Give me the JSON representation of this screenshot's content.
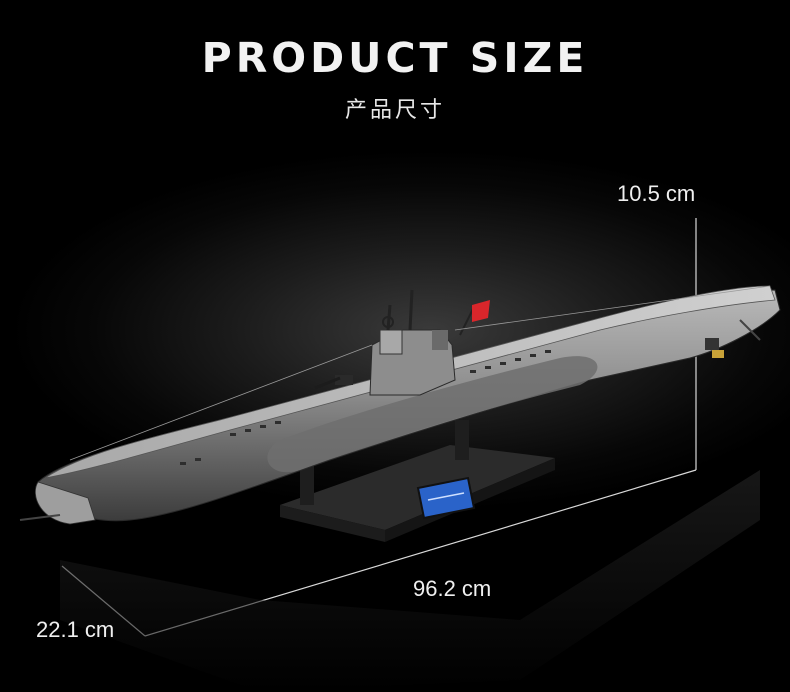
{
  "heading": {
    "title": "PRODUCT SIZE",
    "subtitle": "产品尺寸"
  },
  "dimensions": {
    "height": "10.5 cm",
    "length": "96.2 cm",
    "width": "22.1 cm"
  },
  "colors": {
    "background": "#000000",
    "text": "#f2f2f2",
    "hull": "#8a8a8a",
    "flag": "#d9262b",
    "plaque": "#2a63c9"
  }
}
